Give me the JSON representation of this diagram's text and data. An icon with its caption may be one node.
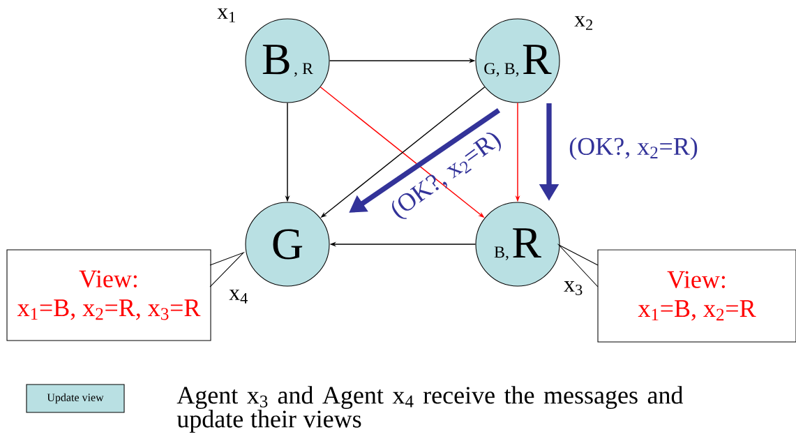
{
  "diagram": {
    "nodes": [
      {
        "text": [
          "B",
          ", R"
        ],
        "beside": [
          "x$_{1}$"
        ]
      },
      {
        "text": [
          "G, B,",
          "R"
        ],
        "beside": [
          "x$_{2}$"
        ]
      },
      {
        "text": [
          "G"
        ],
        "beside": [
          "x$_{4}$"
        ]
      },
      {
        "text": [
          "B,",
          "R"
        ],
        "beside": [
          "x$_{3}$"
        ]
      },
      {
        "text": [
          "View:",
          "x$_{1}$=B, x$_{2}$=R, x$_{3}$=R"
        ]
      },
      {
        "text": [
          "View:",
          "x$_{1}$=B, x$_{2}$=R"
        ]
      },
      {
        "text": [
          "Update view"
        ]
      }
    ],
    "edges": [
      {
        "from": 0,
        "to": 1,
        "arrow": "to"
      },
      {
        "from": 0,
        "to": 2,
        "arrow": "to"
      },
      {
        "from": 0,
        "to": 3,
        "arrow": "to",
        "color": "#ff0000"
      },
      {
        "from": 1,
        "to": 2,
        "arrow": "to"
      },
      {
        "from": 1,
        "to": 3,
        "arrow": "to",
        "color": "#ff0000"
      },
      {
        "from": 3,
        "to": 2,
        "arrow": "to"
      },
      {
        "from": 1,
        "to": 2,
        "arrow": "to",
        "style": "thick",
        "color": "#333399",
        "label": "(OK?, x$_{2}$=R)"
      },
      {
        "from": 1,
        "to": 3,
        "arrow": "to",
        "style": "thick",
        "color": "#333399",
        "label": "(OK?, x$_{2}$=R)"
      }
    ],
    "labels": [
      "Agent x$_{3}$ and Agent x$_{4}$ receive the messages and update their views"
    ]
  }
}
